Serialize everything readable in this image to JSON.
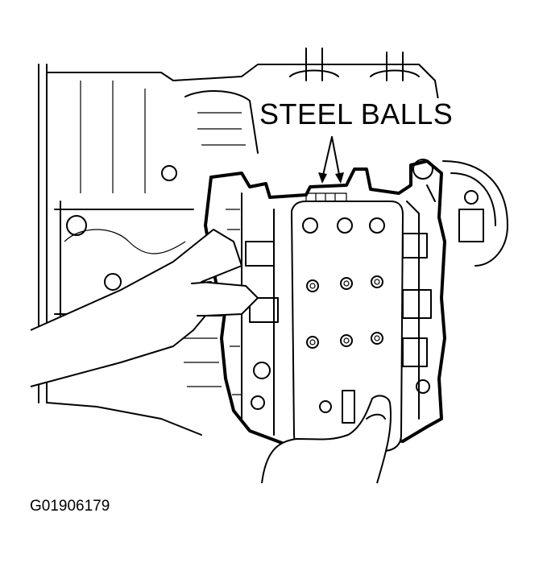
{
  "callout": {
    "label": "STEEL BALLS"
  },
  "figure": {
    "code": "G01906179"
  },
  "icons": {
    "illustration": "valve-body-removal-drawing",
    "arrows": "callout-arrow-icon"
  }
}
